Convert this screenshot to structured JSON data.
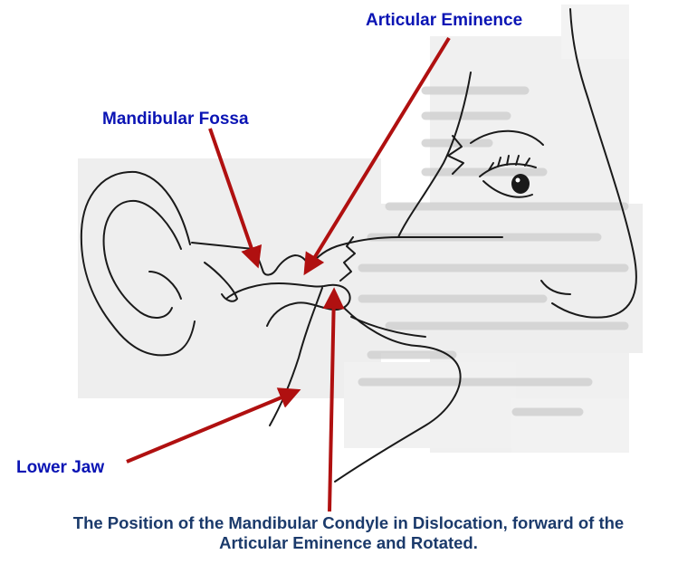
{
  "colors": {
    "label": "#0a14b4",
    "caption": "#1b3a6b",
    "arrow": "#b01010",
    "line": "#1a1a1a",
    "ghost_text": "#c8c8c8",
    "panel": "#efefef"
  },
  "labels": {
    "articular_eminence": "Articular Eminence",
    "mandibular_fossa": "Mandibular Fossa",
    "lower_jaw": "Lower Jaw"
  },
  "caption": {
    "line1": "The Position of the Mandibular Condyle in Dislocation, forward of the",
    "line2": "Articular Eminence and Rotated."
  }
}
